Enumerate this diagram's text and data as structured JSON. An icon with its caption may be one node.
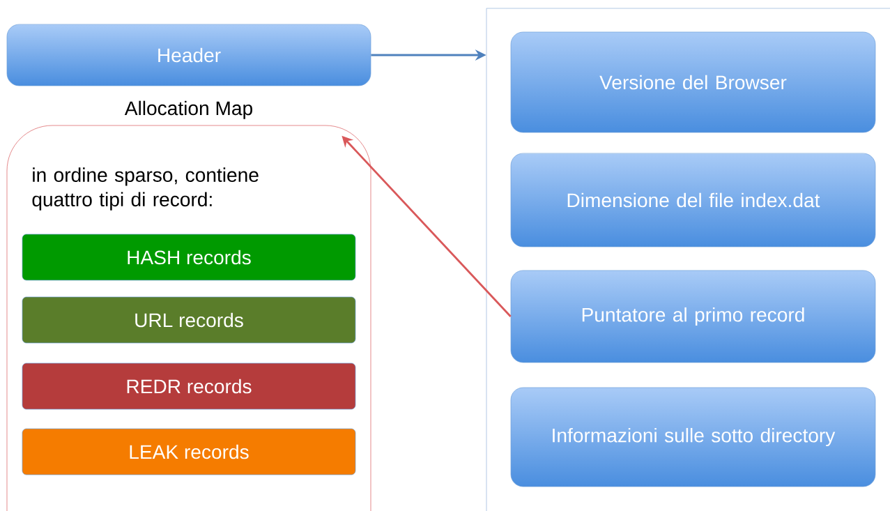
{
  "diagram": {
    "nodes": [
      {
        "text": [
          "Header"
        ]
      },
      {
        "text": [
          "Allocation Map",
          "in ordine sparso, contiene quattro tipi di record:"
        ]
      },
      {
        "text": [
          "HASH records"
        ],
        "in": 1
      },
      {
        "text": [
          "URL records"
        ],
        "in": 1
      },
      {
        "text": [
          "REDR records"
        ],
        "in": 1
      },
      {
        "text": [
          "LEAK records"
        ],
        "in": 1
      },
      {
        "text": [],
        "shape": "box"
      },
      {
        "text": [
          "Versione del Browser"
        ],
        "in": 6
      },
      {
        "text": [
          "Dimensione del file index.dat"
        ],
        "in": 6
      },
      {
        "text": [
          "Puntatore al primo record"
        ],
        "in": 6
      },
      {
        "text": [
          "Informazioni sulle sotto directory"
        ],
        "in": 6
      }
    ],
    "edges": [
      {
        "from": 0,
        "to": 6,
        "arrow": "to",
        "color": "#4f81bd"
      },
      {
        "from": 9,
        "to": 1,
        "arrow": "to",
        "color": "#d9585a"
      }
    ]
  }
}
